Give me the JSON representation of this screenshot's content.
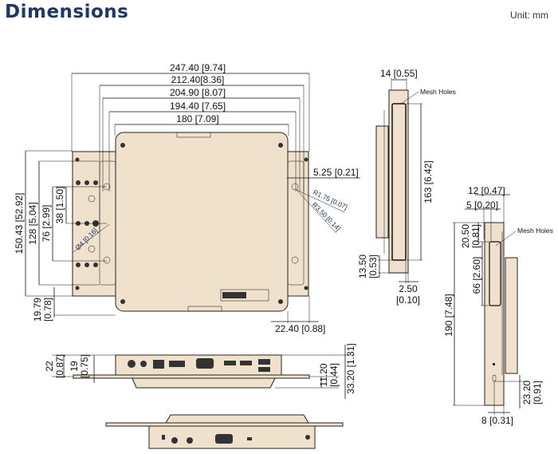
{
  "header": {
    "title": "Dimensions",
    "unit": "Unit: mm"
  },
  "front_view": {
    "width_overall": "247.40 [9.74]",
    "width_2": "212.40[8.36]",
    "width_3": "204.90 [8.07]",
    "width_4": "194.40 [7.65]",
    "width_body": "180 [7.09]",
    "height_overall": "150.43 [52.92]",
    "height_128": "128 [5.04]",
    "height_76": "76 [2.99]",
    "height_38": "38 [1.50]",
    "offset_bottom_1": "19.79",
    "offset_bottom_2": "[0.78]",
    "offset_right": "5.25 [0.21]",
    "radius_small": "R1.75 [0.07]",
    "radius_large": "R3.50 [0.14]",
    "hole_diameter": "Ø4 [0.16]",
    "offset_right_bottom": "22.40 [0.88]"
  },
  "side_view_1": {
    "depth": "14 [0.55]",
    "mesh_label": "Mesh Holes",
    "mesh_height": "163 [6.42]",
    "bottom_offset_1": "13.50",
    "bottom_offset_2": "[0.53]",
    "thickness_1": "2.50",
    "thickness_2": "[0.10]"
  },
  "side_view_2": {
    "depth": "12 [0.47]",
    "mesh_depth": "5 [0.20]",
    "mesh_label": "Mesh Holes",
    "top_offset_1": "20.50",
    "top_offset_2": "[0.81]",
    "mesh_height": "66 [2.60]",
    "height": "190 [7.48]",
    "bottom_offset_1": "23.20",
    "bottom_offset_2": "[0.91]",
    "thickness": "8 [0.31]"
  },
  "bottom_view": {
    "height_22_1": "22",
    "height_22_2": "[0.87]",
    "height_19_1": "19",
    "height_19_2": "[0.75]",
    "height_11_1": "11.20",
    "height_11_2": "[0.44]",
    "height_total": "33.20 [1.31]"
  }
}
